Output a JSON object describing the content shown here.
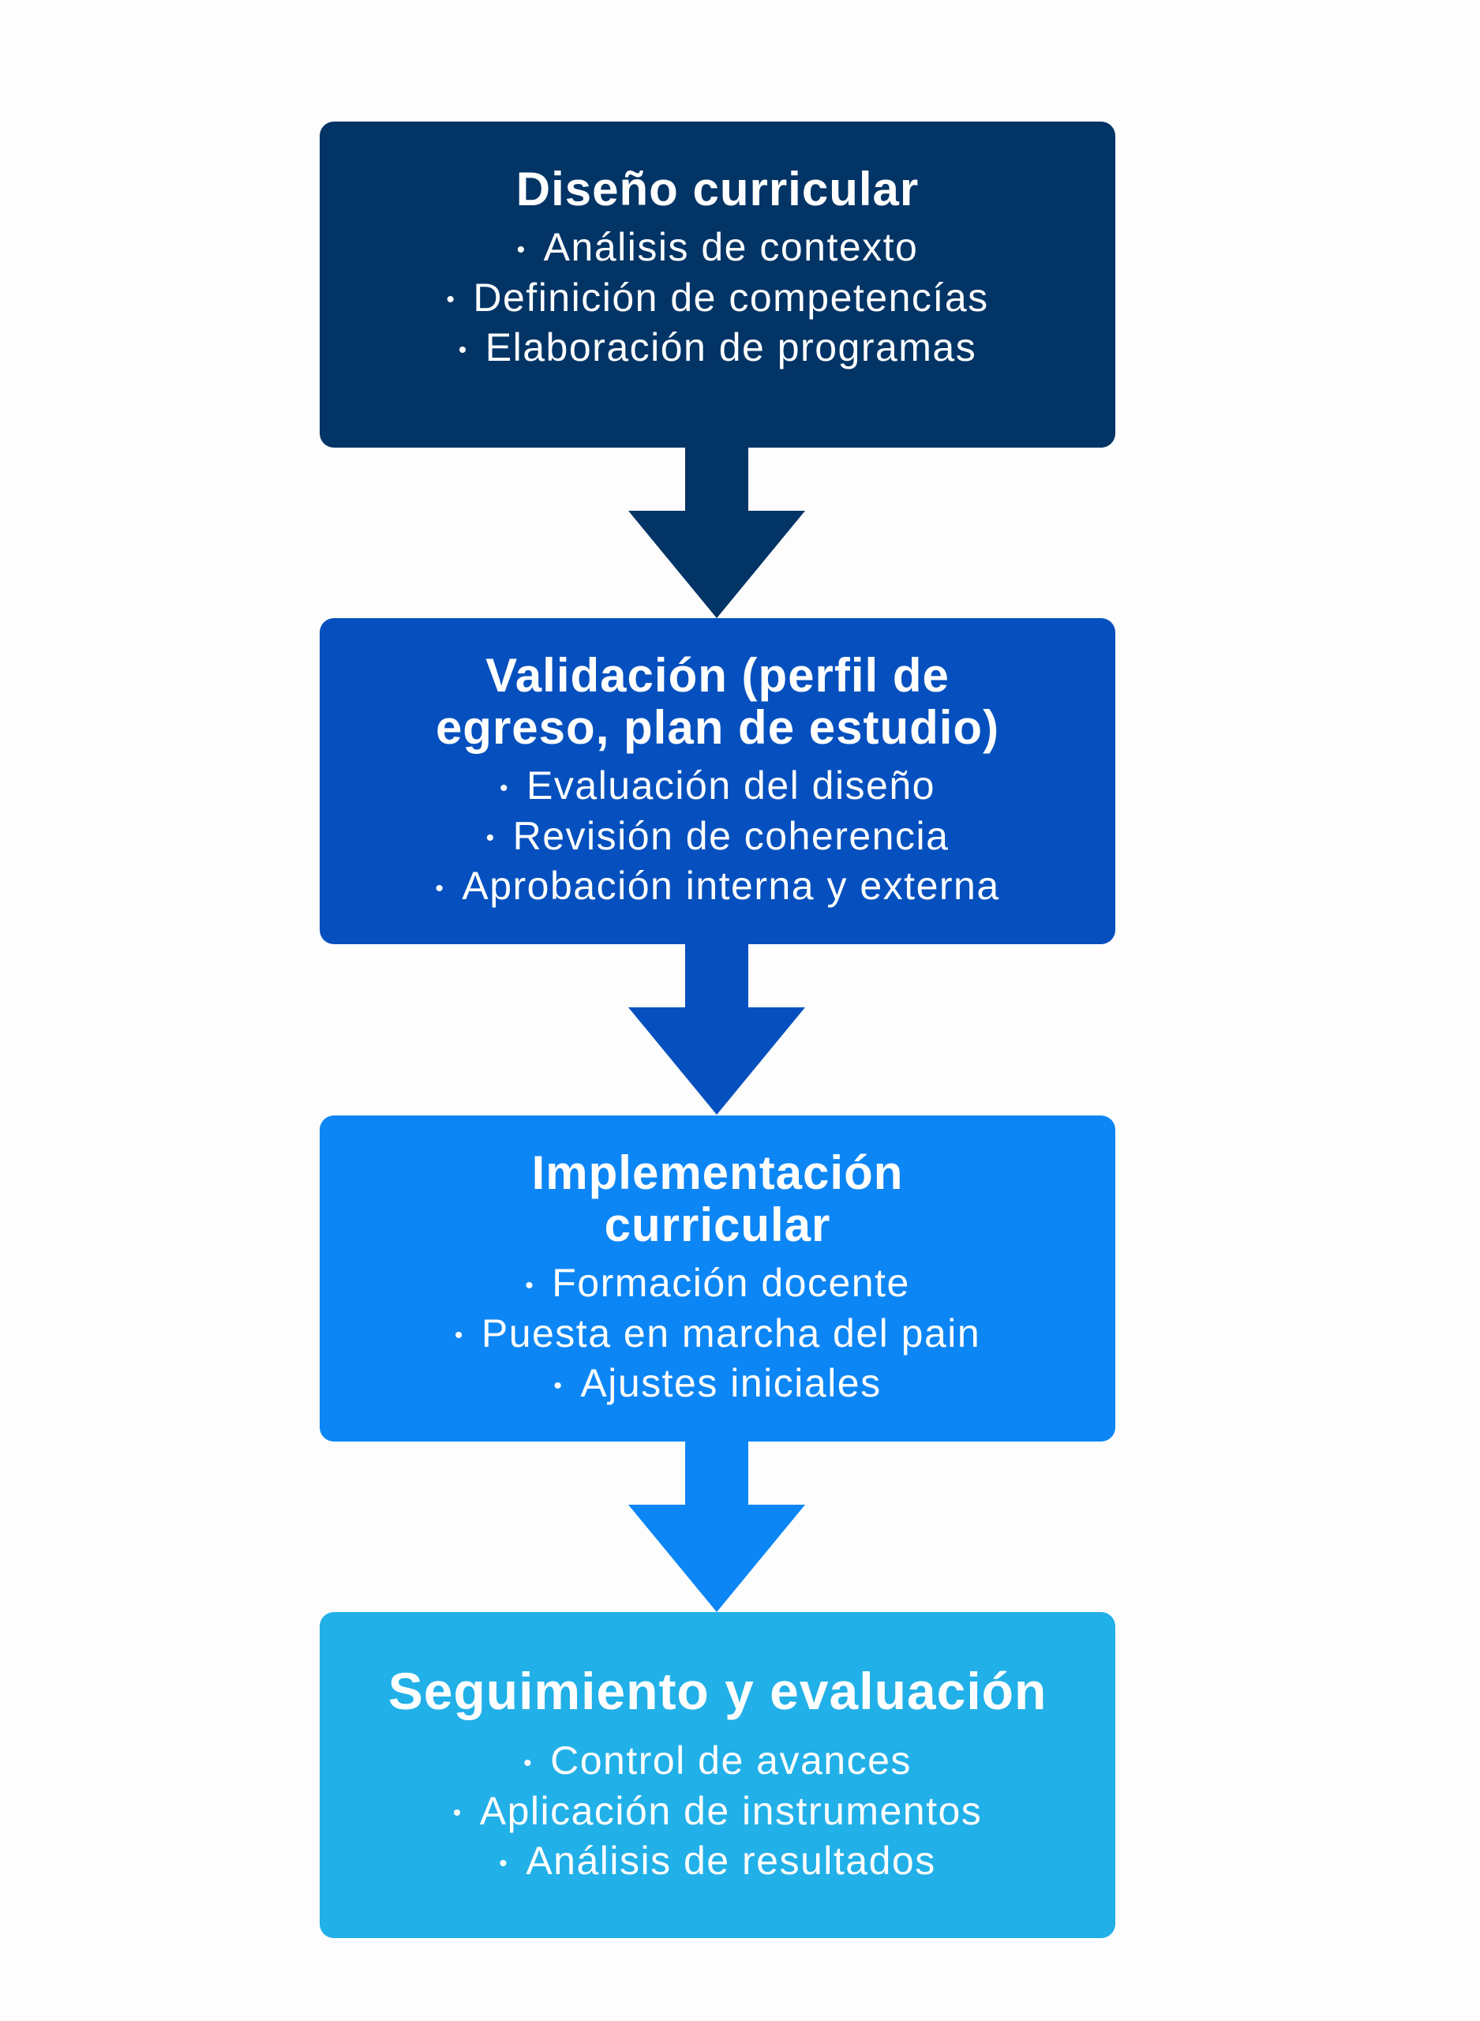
{
  "colors": [
    "#023466",
    "#0550BE",
    "#0D86F5",
    "#22B0E8"
  ],
  "steps": [
    {
      "title": "Diseño curricular",
      "items": [
        "Análisis de contexto",
        "Definición de competencías",
        "Elaboración de programas"
      ]
    },
    {
      "title_lines": [
        "Validación (perfil de",
        "egreso, plan de estudio)"
      ],
      "items": [
        "Evaluación del diseño",
        "Revisión de coherencia",
        "Aprobación interna y externa"
      ]
    },
    {
      "title_lines": [
        "Implementación",
        "curricular"
      ],
      "items": [
        "Formación docente",
        "Puesta en marcha del pain",
        "Ajustes iniciales"
      ]
    },
    {
      "title": "Seguimiento y evaluación",
      "items": [
        "Control de avances",
        "Aplicación de instrumentos",
        "Análisis de resultados"
      ]
    }
  ],
  "bullet_char": "•"
}
